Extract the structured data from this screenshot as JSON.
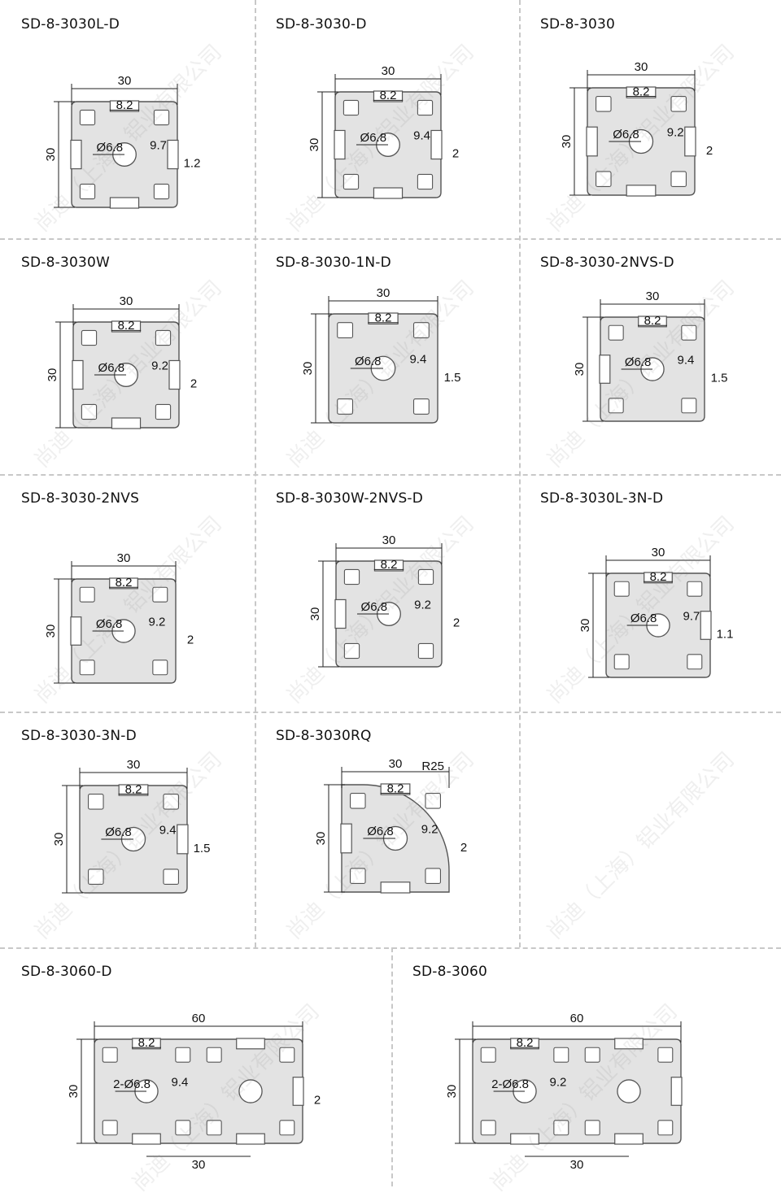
{
  "watermark": "尚迪（上海）铝业有限公司",
  "profiles": [
    {
      "title": "SD-8-3030L-D",
      "dims": {
        "width": "30",
        "height": "30",
        "slot": "8.2",
        "a": "9.7",
        "b": "1.2",
        "hole": "Ø6.8"
      }
    },
    {
      "title": "SD-8-3030-D",
      "dims": {
        "width": "30",
        "height": "30",
        "slot": "8.2",
        "a": "9.4",
        "b": "2",
        "hole": "Ø6.8"
      }
    },
    {
      "title": "SD-8-3030",
      "dims": {
        "width": "30",
        "height": "30",
        "slot": "8.2",
        "a": "9.2",
        "b": "2",
        "hole": "Ø6.8"
      }
    },
    {
      "title": "SD-8-3030W",
      "dims": {
        "width": "30",
        "height": "30",
        "slot": "8.2",
        "a": "9.2",
        "b": "2",
        "hole": "Ø6.8"
      }
    },
    {
      "title": "SD-8-3030-1N-D",
      "dims": {
        "width": "30",
        "height": "30",
        "slot": "8.2",
        "a": "9.4",
        "b": "1.5",
        "hole": "Ø6.8"
      }
    },
    {
      "title": "SD-8-3030-2NVS-D",
      "dims": {
        "width": "30",
        "height": "30",
        "slot": "8.2",
        "a": "9.4",
        "b": "1.5",
        "hole": "Ø6.8"
      }
    },
    {
      "title": "SD-8-3030-2NVS",
      "dims": {
        "width": "30",
        "height": "30",
        "slot": "8.2",
        "a": "9.2",
        "b": "2",
        "hole": "Ø6.8"
      }
    },
    {
      "title": "SD-8-3030W-2NVS-D",
      "dims": {
        "width": "30",
        "height": "30",
        "slot": "8.2",
        "a": "9.2",
        "b": "2",
        "hole": "Ø6.8"
      }
    },
    {
      "title": "SD-8-3030L-3N-D",
      "dims": {
        "width": "30",
        "height": "30",
        "slot": "8.2",
        "a": "9.7",
        "b": "1.1",
        "hole": "Ø6.8"
      }
    },
    {
      "title": "SD-8-3030-3N-D",
      "dims": {
        "width": "30",
        "height": "30",
        "slot": "8.2",
        "a": "9.4",
        "b": "1.5",
        "hole": "Ø6.8"
      }
    },
    {
      "title": "SD-8-3030RQ",
      "dims": {
        "width": "30",
        "height": "30",
        "slot": "8.2",
        "a": "9.2",
        "b": "2",
        "hole": "Ø6.8",
        "radius": "R25"
      }
    },
    {
      "title": "SD-8-3060-D",
      "dims": {
        "width": "60",
        "height": "30",
        "slot": "8.2",
        "a": "9.4",
        "b": "2",
        "hole": "2-Ø6.8",
        "pitch": "30"
      }
    },
    {
      "title": "SD-8-3060",
      "dims": {
        "width": "60",
        "height": "30",
        "slot": "8.2",
        "a": "9.2",
        "hole": "2-Ø6.8",
        "pitch": "30"
      }
    }
  ]
}
